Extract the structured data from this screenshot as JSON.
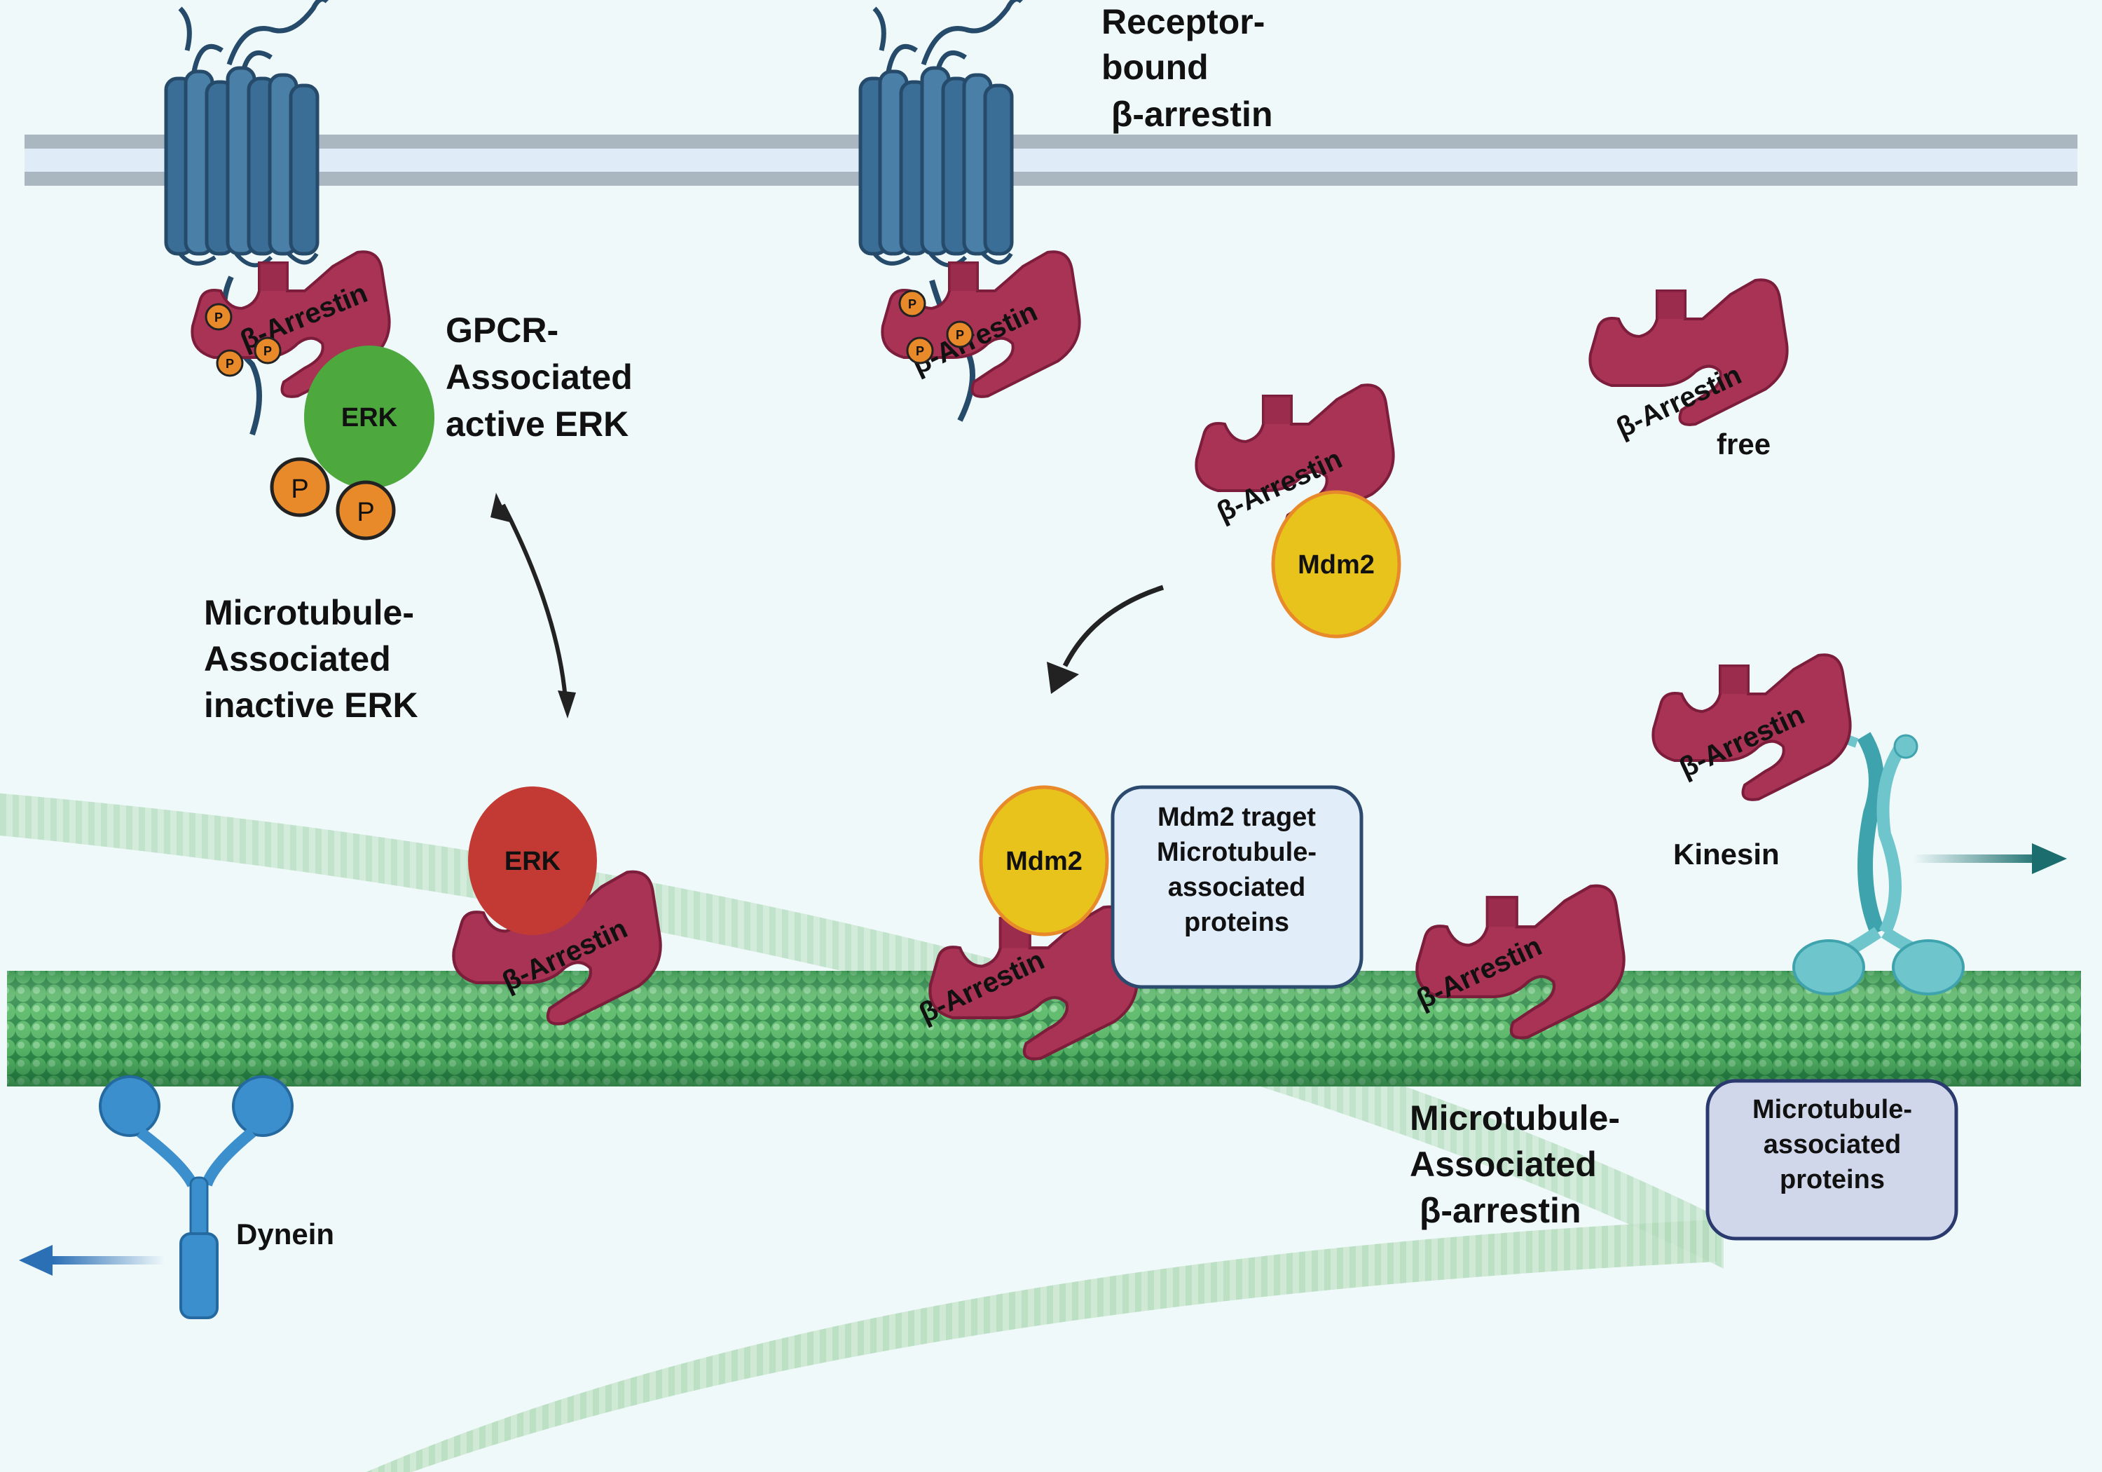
{
  "labels": {
    "receptor_bound": [
      "Receptor-",
      "bound",
      " β-arrestin"
    ],
    "gpcr_active_erk": [
      "GPCR-",
      "Associated",
      "active ERK"
    ],
    "mt_inactive_erk": [
      "Microtubule-",
      "Associated",
      "inactive ERK"
    ],
    "free": "free",
    "kinesin": "Kinesin",
    "dynein": "Dynein",
    "mt_arrestin": [
      "Microtubule-",
      "Associated",
      " β-arrestin"
    ]
  },
  "boxes": {
    "mdm2_target": [
      "Mdm2 traget",
      "Microtubule-",
      "associated",
      "proteins"
    ],
    "mt_proteins": [
      "Microtubule-",
      "associated",
      "proteins"
    ]
  },
  "proteins": {
    "arrestin": "β-Arrestin",
    "erk": "ERK",
    "mdm2": "Mdm2",
    "phospho": "P"
  },
  "colors": {
    "background": "#eff9fa",
    "membrane": "#aab7c1",
    "gpcr": "#3a6e96",
    "arrestin": "#a83355",
    "erk_active": "#4da83e",
    "erk_inactive": "#c23a33",
    "mdm2": "#e8c31c",
    "phospho": "#e88a2a",
    "microtubule": "#55b565",
    "kinesin": "#6ec5cc",
    "dynein": "#3b8fcc",
    "box_mdm2": "#e1edf9",
    "box_mt": "#d0d7ea"
  },
  "icons": [
    "gpcr-receptor-icon",
    "beta-arrestin-icon",
    "erk-icon",
    "mdm2-icon",
    "phosphate-icon",
    "kinesin-icon",
    "dynein-icon",
    "microtubule-icon",
    "membrane-icon",
    "arrow-icon"
  ]
}
